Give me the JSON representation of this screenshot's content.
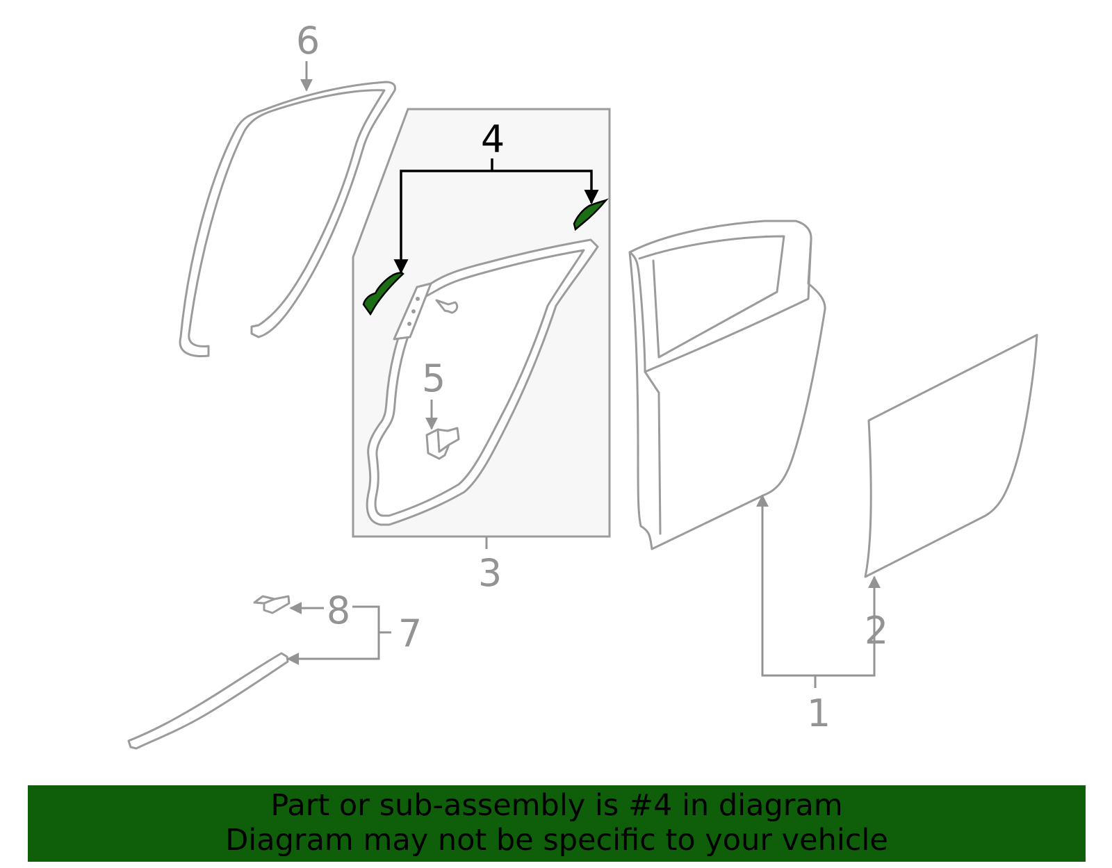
{
  "callouts": {
    "c1": "1",
    "c2": "2",
    "c3": "3",
    "c4": "4",
    "c5": "5",
    "c6": "6",
    "c7": "7",
    "c8": "8"
  },
  "highlight": {
    "part": "4",
    "color": "#1c6e14"
  },
  "banner": {
    "line1": "Part or sub-assembly is #4 in diagram",
    "line2": "Diagram may not be specific to your vehicle"
  }
}
